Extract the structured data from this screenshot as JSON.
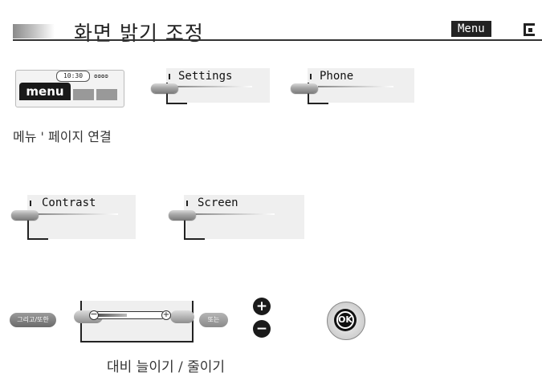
{
  "header": {
    "title": "화면 밝기 조정",
    "menu_badge": "Menu"
  },
  "phone_display": {
    "clock": "10:30",
    "status": "ᴑᴑᴑᴑ",
    "menu_key": "menu"
  },
  "step1": {
    "softkeys": [
      {
        "label": "Settings"
      },
      {
        "label": "Phone"
      }
    ],
    "caption": "메뉴 ' 페이지 연결"
  },
  "step2": {
    "softkeys": [
      {
        "label": "Contrast"
      },
      {
        "label": "Screen"
      }
    ]
  },
  "step3": {
    "left_pill": "그리고/또한",
    "mid_pill": "또는",
    "slider_level": 0.45,
    "plus_label": "+",
    "minus_label": "−",
    "ok_label": "OK",
    "caption": "대비 늘이기 / 줄이기"
  },
  "colors": {
    "ink": "#222222",
    "panel": "#efefef",
    "key_grey": "#999999"
  }
}
